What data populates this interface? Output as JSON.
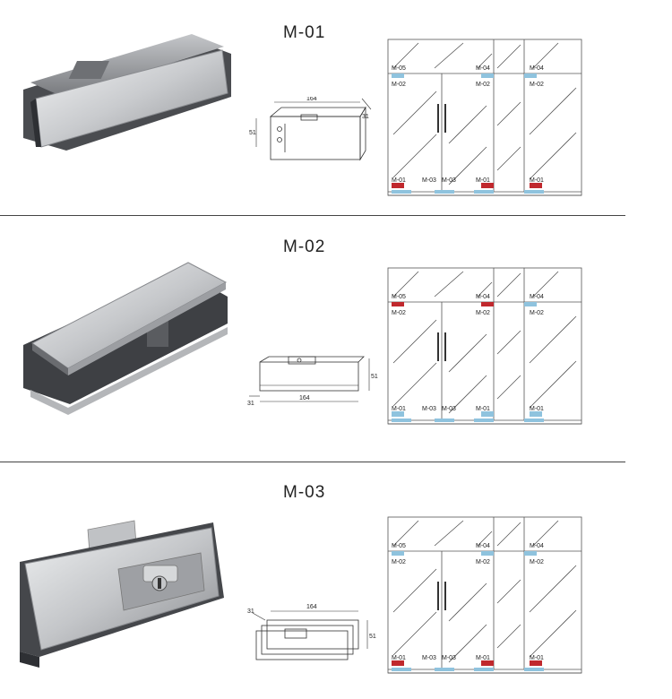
{
  "sections": [
    {
      "title": "M-01",
      "dims": {
        "length": "164",
        "height": "51",
        "depth": "31"
      }
    },
    {
      "title": "M-02",
      "dims": {
        "length": "164",
        "height": "51",
        "depth": "31"
      }
    },
    {
      "title": "M-03",
      "dims": {
        "length": "164",
        "height": "51",
        "depth": "31"
      }
    }
  ],
  "door_labels": {
    "m05": "M-05",
    "m04a": "M-04",
    "m04b": "M-04",
    "m02a": "M-02",
    "m02b": "M-02",
    "m02c": "M-02",
    "m01a": "M-01",
    "m03a": "M-03",
    "m03b": "M-03",
    "m01b": "M-01",
    "m01c": "M-01"
  },
  "colors": {
    "highlight": "#c0282d",
    "fitting": "#8fc3de",
    "steel_light": "#e9eaec",
    "steel_dark": "#9a9ca0"
  }
}
